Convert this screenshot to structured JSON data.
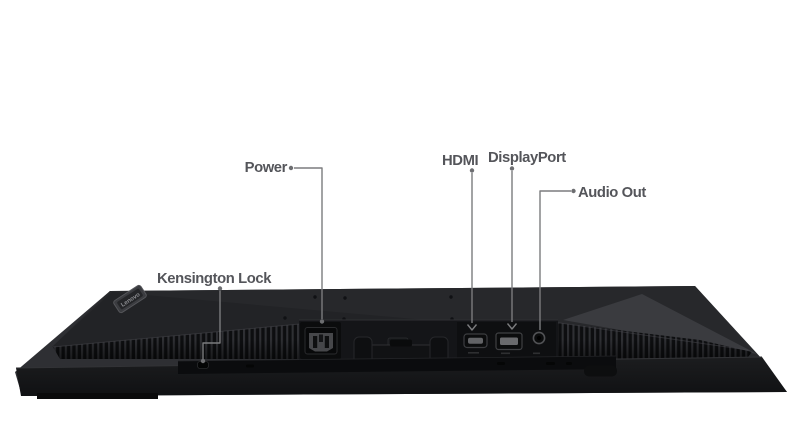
{
  "figure": {
    "brand_badge": "Lenovo",
    "background_color": "#ffffff",
    "label_color": "#54555a",
    "leader_line_color": "#7b7c7e",
    "leader_dot_color": "#6d6e71",
    "body_color": "#2e2f33",
    "labels": [
      {
        "id": "power",
        "text": "Power"
      },
      {
        "id": "hdmi",
        "text": "HDMI"
      },
      {
        "id": "displayport",
        "text": "DisplayPort"
      },
      {
        "id": "audio-out",
        "text": "Audio Out"
      },
      {
        "id": "kensington-lock",
        "text": "Kensington Lock"
      }
    ]
  }
}
